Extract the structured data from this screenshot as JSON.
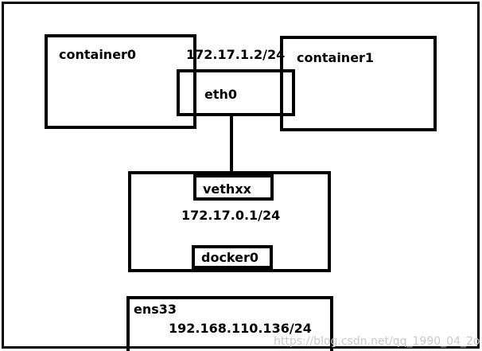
{
  "diagram": {
    "container0": {
      "label": "container0"
    },
    "container1": {
      "label": "container1"
    },
    "eth0": {
      "label": "eth0",
      "ip": "172.17.1.2/24"
    },
    "bridge": {
      "veth_label": "vethxx",
      "ip": "172.17.0.1/24",
      "label": "docker0"
    },
    "host_nic": {
      "label": "ens33",
      "ip": "192.168.110.136/24"
    },
    "watermark": "https://blog.csdn.net/qq_1990_04_2o"
  }
}
